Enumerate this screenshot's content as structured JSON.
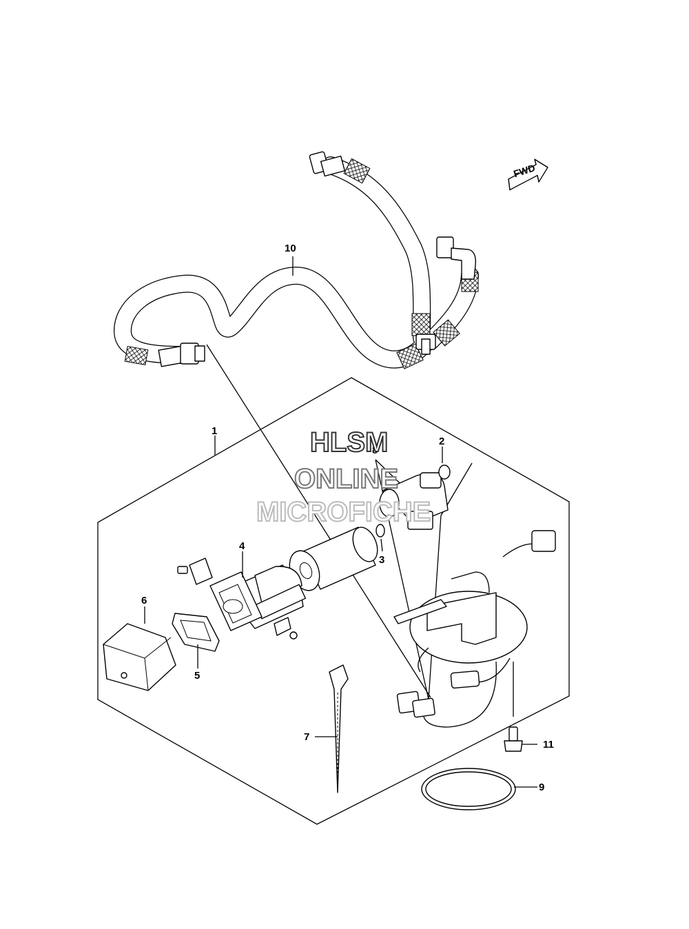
{
  "orientation": {
    "label": "FWD",
    "icon": "fwd-arrow-icon"
  },
  "watermark": {
    "line1": "HLSM",
    "line2": "ONLINE",
    "line3": "MICROFICHE"
  },
  "callouts": [
    {
      "id": "callout-1",
      "number": "1"
    },
    {
      "id": "callout-2",
      "number": "2"
    },
    {
      "id": "callout-3",
      "number": "3"
    },
    {
      "id": "callout-4",
      "number": "4"
    },
    {
      "id": "callout-5",
      "number": "5"
    },
    {
      "id": "callout-6",
      "number": "6"
    },
    {
      "id": "callout-7",
      "number": "7"
    },
    {
      "id": "callout-8",
      "number": "8"
    },
    {
      "id": "callout-9",
      "number": "9"
    },
    {
      "id": "callout-10",
      "number": "10"
    },
    {
      "id": "callout-11",
      "number": "11"
    }
  ]
}
